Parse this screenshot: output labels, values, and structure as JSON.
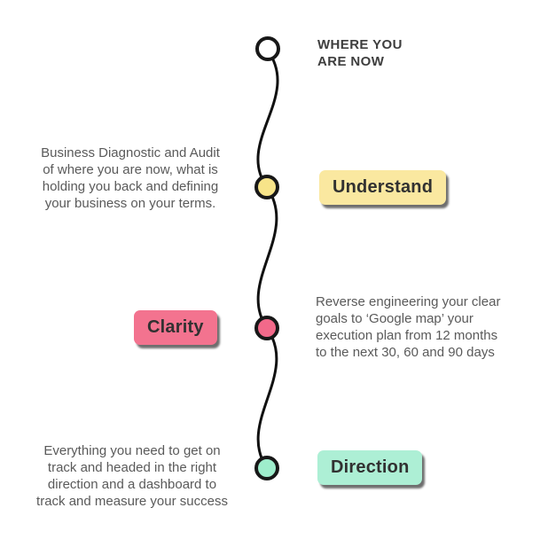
{
  "canvas": {
    "background": "#ffffff",
    "line_color": "#111111"
  },
  "start": {
    "label": "WHERE YOU\nARE NOW",
    "dot_color": "#ffffff"
  },
  "steps": [
    {
      "label": "Understand",
      "description": "Business Diagnostic and Audit\nof where you are now, what is\nholding you back and defining\nyour business on your terms.",
      "badge_color": "#FAE8A0",
      "dot_color": "#F7E489",
      "badge_side": "right"
    },
    {
      "label": "Clarity",
      "description": "Reverse engineering your clear\ngoals to ‘Google map’ your\nexecution plan from 12 months\nto the next 30, 60 and 90 days",
      "badge_color": "#F3738F",
      "dot_color": "#F2698A",
      "badge_side": "left"
    },
    {
      "label": "Direction",
      "description": "Everything you need to get on\ntrack and headed in the right\ndirection and a dashboard to\ntrack and measure your success",
      "badge_color": "#ADEFD5",
      "dot_color": "#9EEDCC",
      "badge_side": "right"
    }
  ]
}
